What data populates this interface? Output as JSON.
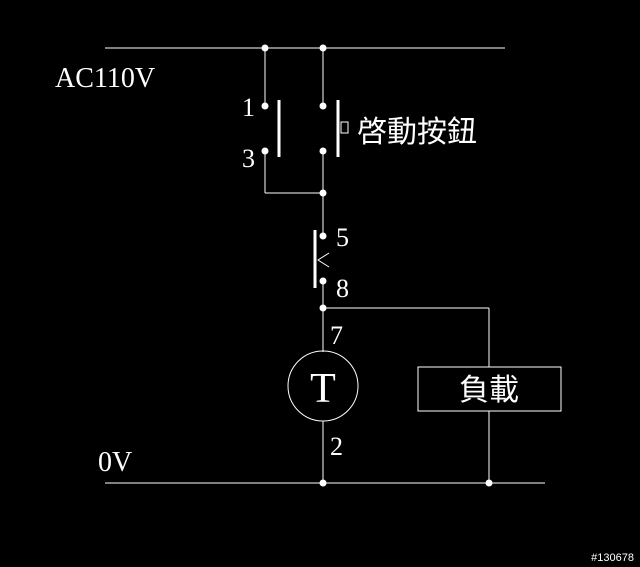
{
  "colors": {
    "background": "#000000",
    "line": "#ffffff"
  },
  "labels": {
    "supply": "AC110V",
    "zero": "0V",
    "start_button": "啓動按鈕",
    "load": "負載",
    "timer_symbol": "T",
    "terminal_1": "1",
    "terminal_3": "3",
    "terminal_5": "5",
    "terminal_8": "8",
    "terminal_7": "7",
    "terminal_2": "2"
  },
  "footer": {
    "image_id": "#130678"
  }
}
